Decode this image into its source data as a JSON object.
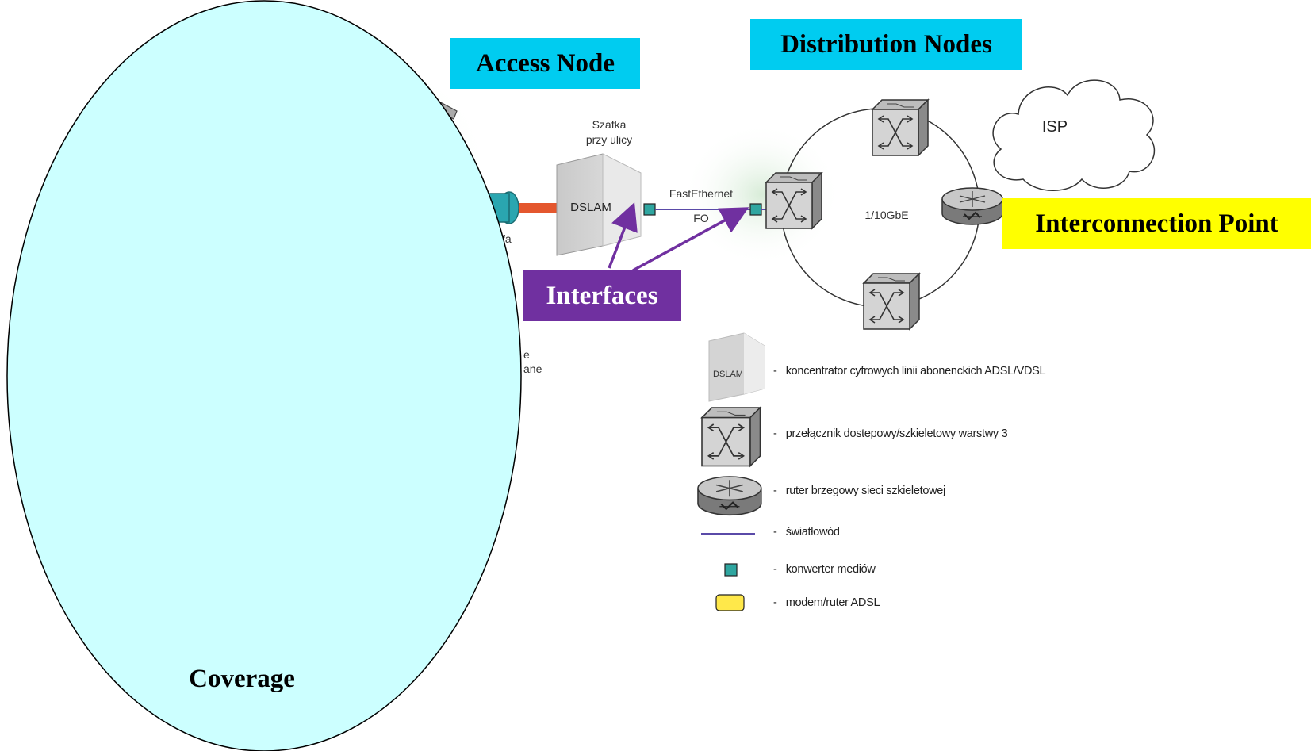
{
  "labels": {
    "access_node": "Access Node",
    "distribution_nodes": "Distribution Nodes",
    "interconnection_point": "Interconnection Point",
    "interfaces": "Interfaces",
    "coverage": "Coverage"
  },
  "network": {
    "cabinet_line1": "Szafka",
    "cabinet_line2": "przy ulicy",
    "dslam": "DSLAM",
    "link_top": "FastEthernet",
    "link_bottom": "FO",
    "ring_speed": "1/10GbE",
    "isp": "ISP",
    "partial_text_1": "fa",
    "partial_text_2": "e",
    "partial_text_3": "ane"
  },
  "legend": {
    "dslam_icon_text": "DSLAM",
    "items": [
      "koncentrator cyfrowych linii abonenckich ADSL/VDSL",
      "przełącznik dostepowy/szkieletowy warstwy 3",
      "ruter brzegowy sieci szkieletowej",
      "światłowód",
      "konwerter mediów",
      "modem/ruter ADSL"
    ]
  },
  "colors": {
    "label_cyan": "#00ccf0",
    "label_yellow": "#ffff00",
    "label_purple": "#7030a0",
    "coverage_fill": "#ccffff",
    "fiber_line": "#5a4aa8",
    "media_converter": "#2fa6a0",
    "modem": "#ffe84a",
    "arrow": "#7030a0"
  }
}
